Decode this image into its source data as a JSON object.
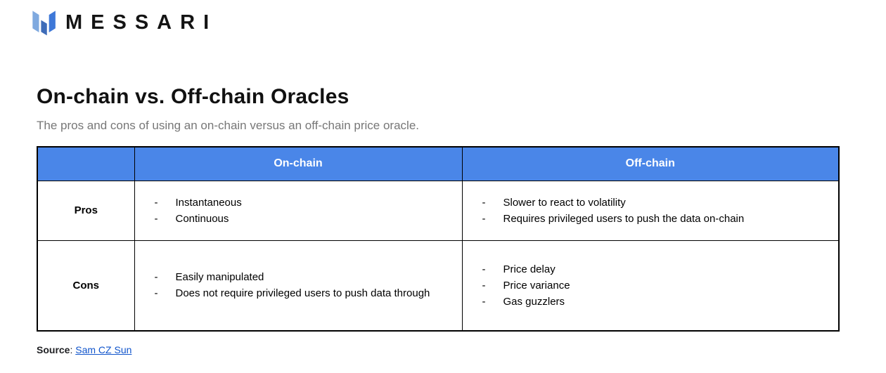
{
  "brand": {
    "logo_text": "MESSARI",
    "bar_colors": [
      "#7fa9df",
      "#3e6cb8",
      "#3e78d8"
    ]
  },
  "page": {
    "title": "On-chain vs. Off-chain Oracles",
    "subtitle": "The pros and cons of using an on-chain versus an off-chain price oracle."
  },
  "table": {
    "bullet": "-",
    "header_bg": "#4a86e8",
    "header_text_color": "#ffffff",
    "border_color": "#000000",
    "header": {
      "col1": "",
      "col2": "On-chain",
      "col3": "Off-chain"
    },
    "rows": [
      {
        "label": "Pros",
        "onchain": [
          "Instantaneous",
          "Continuous"
        ],
        "offchain": [
          "Slower to react to volatility",
          "Requires privileged users to push the data on-chain"
        ]
      },
      {
        "label": "Cons",
        "onchain": [
          "Easily manipulated",
          "Does not require privileged users to push data through"
        ],
        "offchain": [
          "Price delay",
          "Price variance",
          "Gas guzzlers"
        ]
      }
    ]
  },
  "footer": {
    "source_label": "Source",
    "colon": ": ",
    "link_text": "Sam CZ Sun",
    "link_color": "#1155cc"
  }
}
